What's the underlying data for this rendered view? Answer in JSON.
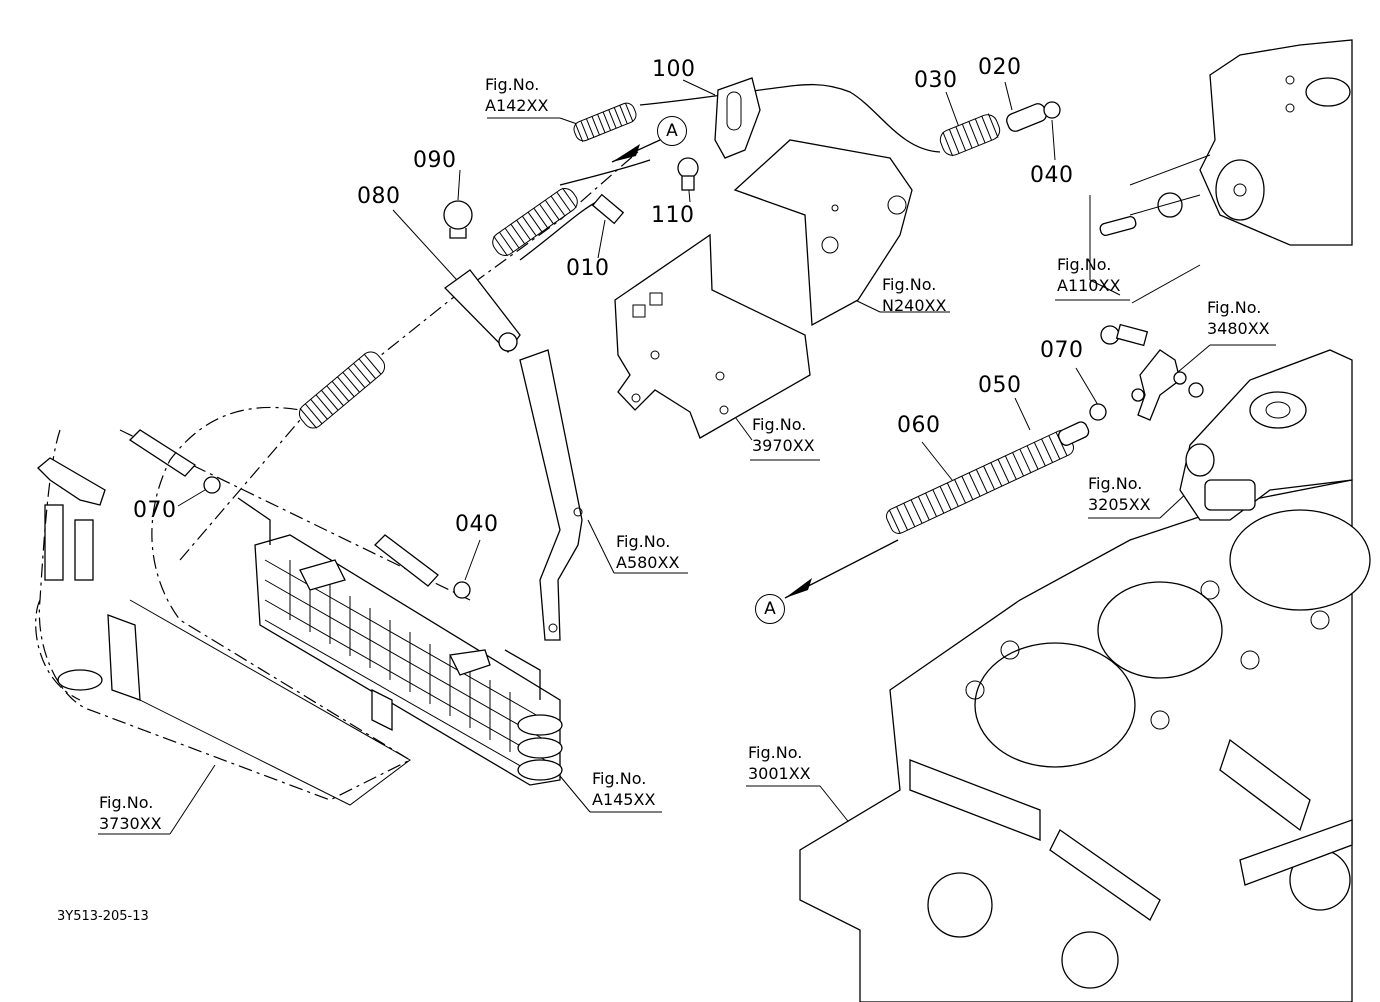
{
  "parts": {
    "p010": "010",
    "p020": "020",
    "p030": "030",
    "p040_top": "040",
    "p040_bottom": "040",
    "p050": "050",
    "p060": "060",
    "p070_left": "070",
    "p070_right": "070",
    "p080": "080",
    "p090": "090",
    "p100": "100",
    "p110": "110"
  },
  "figure_refs": {
    "fig_label": "Fig.No.",
    "a142": "A142XX",
    "n240": "N240XX",
    "a110": "A110XX",
    "r3480": "3480XX",
    "r3970": "3970XX",
    "r3205": "3205XX",
    "a580": "A580XX",
    "a145": "A145XX",
    "r3730": "3730XX",
    "r3001": "3001XX"
  },
  "callouts": {
    "a_top": "A",
    "a_bottom": "A"
  },
  "drawing_code": "3Y513-205-13"
}
